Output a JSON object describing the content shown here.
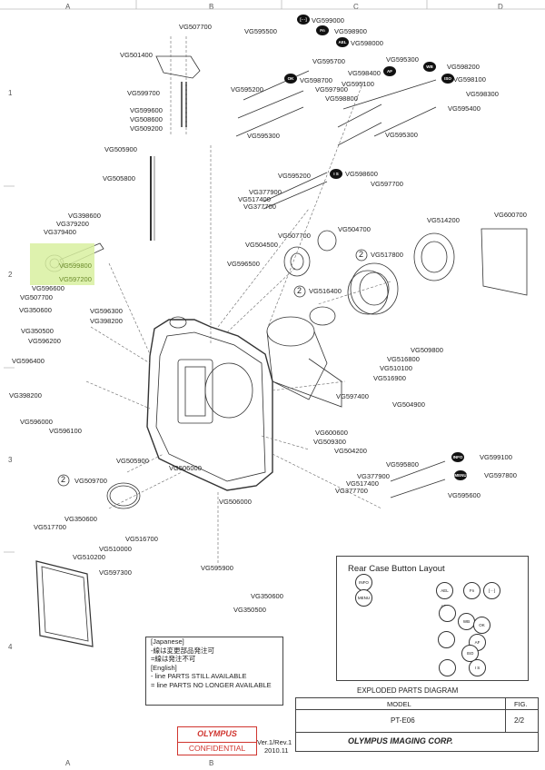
{
  "grid": {
    "columns": [
      "A",
      "B",
      "C",
      "D"
    ],
    "rows": [
      "1",
      "2",
      "3",
      "4"
    ]
  },
  "parts": [
    "VG507700",
    "VG501400",
    "VG599700",
    "VG599600",
    "VG508600",
    "VG509200",
    "VG505900",
    "VG505800",
    "VG398600",
    "VG379200",
    "VG379400",
    "VG599800",
    "VG597200",
    "VG596600",
    "VG507700",
    "VG350600",
    "VG596300",
    "VG398200",
    "VG350500",
    "VG596200",
    "VG596400",
    "VG398200",
    "VG596000",
    "VG596100",
    "VG505900",
    "VG509700",
    "VG506000",
    "VG506000",
    "VG350600",
    "VG517700",
    "VG516700",
    "VG510200",
    "VG510000",
    "VG597300",
    "VG595900",
    "VG350600",
    "VG350500",
    "VG595500",
    "VG599000",
    "VG598900",
    "VG598000",
    "VG595700",
    "VG598700",
    "VG597900",
    "VG598800",
    "VG595200",
    "VG595300",
    "VG598400",
    "VG595100",
    "VG595300",
    "VG598200",
    "VG598100",
    "VG598300",
    "VG595400",
    "VG595300",
    "VG595200",
    "VG598600",
    "VG377900",
    "VG517400",
    "VG377700",
    "VG597700",
    "VG504700",
    "VG507700",
    "VG504500",
    "VG596500",
    "VG514200",
    "VG600700",
    "VG517800",
    "VG516400",
    "VG509800",
    "VG516800",
    "VG510100",
    "VG516900",
    "VG597400",
    "VG504900",
    "VG600600",
    "VG509300",
    "VG504200",
    "VG595800",
    "VG599100",
    "VG377900",
    "VG517400",
    "VG377700",
    "VG597800",
    "VG595600"
  ],
  "callouts": [
    "2",
    "2",
    "2"
  ],
  "part_badges": [
    "[···]",
    "Fn",
    "AEL AFL",
    "AF",
    "OK",
    "WB",
    "ISO",
    "I S",
    "INFO",
    "MENU"
  ],
  "legend": {
    "lines": [
      "[Japanese]",
      "-線は変更部品発注可",
      "=線は発注不可",
      "[English]",
      "- line PARTS STILL AVAILABLE",
      "= line PARTS NO LONGER AVAILABLE"
    ]
  },
  "button_layout": {
    "title": "Rear Case Button Layout",
    "buttons": [
      "INFO",
      "MENU",
      "AEL AFL",
      "Fn",
      "[···]",
      "WB",
      "OK",
      "AF",
      "ISO",
      "I S"
    ]
  },
  "title_block": {
    "heading": "EXPLODED PARTS DIAGRAM",
    "model_label": "MODEL",
    "fig_label": "FIG.",
    "model": "PT-E06",
    "fig": "2/2",
    "company": "OLYMPUS IMAGING CORP."
  },
  "confidential": {
    "brand": "OLYMPUS",
    "text": "CONFIDENTIAL"
  },
  "version": {
    "rev": "Ver.1/Rev.1",
    "date": "2010.11"
  },
  "colors": {
    "highlight": "#d8f0a0",
    "confidential": "#d0352f",
    "line": "#333333"
  }
}
